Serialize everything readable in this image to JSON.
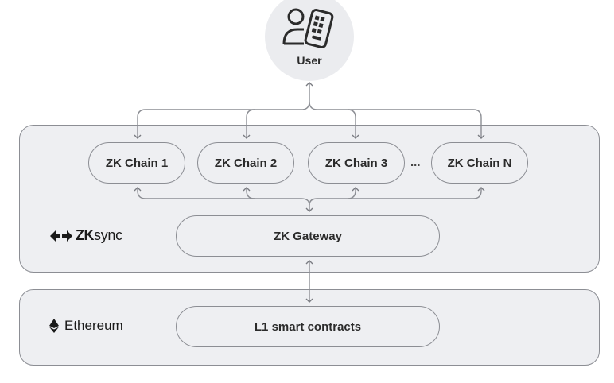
{
  "user": {
    "label": "User",
    "icon": "user-with-phone-icon"
  },
  "chains": [
    {
      "label": "ZK Chain 1"
    },
    {
      "label": "ZK Chain 2"
    },
    {
      "label": "ZK Chain 3"
    },
    {
      "label": "ZK Chain N"
    }
  ],
  "ellipsis": "...",
  "gateway": {
    "label": "ZK Gateway"
  },
  "zksync": {
    "brand_bold": "ZK",
    "brand_light": "sync",
    "icon": "zksync-arrows-icon"
  },
  "ethereum": {
    "label": "Ethereum",
    "icon": "ethereum-diamond-icon"
  },
  "l1": {
    "label": "L1 smart contracts"
  },
  "colors": {
    "panel_fill": "#eeeff2",
    "stroke": "#8c8e94",
    "text": "#2b2b2b",
    "user_circle": "#ebecef"
  }
}
